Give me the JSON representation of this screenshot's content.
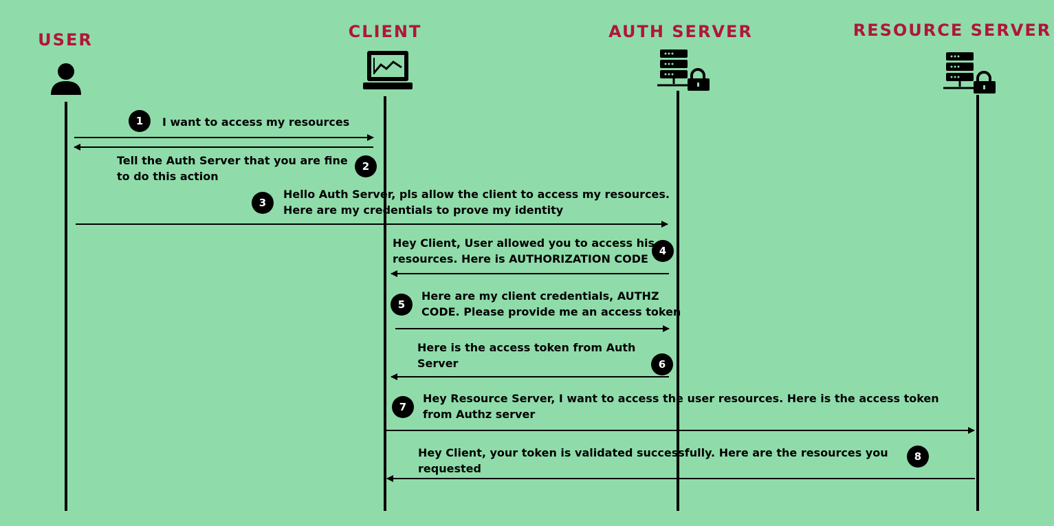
{
  "actors": [
    {
      "label": "USER",
      "icon": "user-icon"
    },
    {
      "label": "CLIENT",
      "icon": "laptop-icon"
    },
    {
      "label": "AUTH SERVER",
      "icon": "server-lock-icon"
    },
    {
      "label": "RESOURCE SERVER",
      "icon": "server-lock-icon"
    }
  ],
  "messages": [
    {
      "step": "1",
      "lines": [
        "I want to access my resources"
      ],
      "from": "USER",
      "to": "CLIENT"
    },
    {
      "step": "2",
      "lines": [
        "Tell the Auth Server that you are fine",
        "to do this action"
      ],
      "from": "CLIENT",
      "to": "USER"
    },
    {
      "step": "3",
      "lines": [
        "Hello Auth Server, pls allow the client to access my resources.",
        "Here are my credentials to prove my identity"
      ],
      "from": "USER",
      "to": "AUTH SERVER"
    },
    {
      "step": "4",
      "lines": [
        "Hey Client, User allowed you to access his",
        "resources. Here is AUTHORIZATION CODE"
      ],
      "from": "AUTH SERVER",
      "to": "CLIENT"
    },
    {
      "step": "5",
      "lines": [
        "Here are my client credentials, AUTHZ",
        "CODE. Please provide me an access token"
      ],
      "from": "CLIENT",
      "to": "AUTH SERVER"
    },
    {
      "step": "6",
      "lines": [
        "Here is the access token from Auth",
        "Server"
      ],
      "from": "AUTH SERVER",
      "to": "CLIENT"
    },
    {
      "step": "7",
      "lines": [
        "Hey Resource Server,  I want to access the user resources. Here is the access token",
        "from Authz server"
      ],
      "from": "CLIENT",
      "to": "RESOURCE SERVER"
    },
    {
      "step": "8",
      "lines": [
        "Hey Client, your token is validated successfully.   Here are the resources you",
        "requested"
      ],
      "from": "RESOURCE SERVER",
      "to": "CLIENT"
    }
  ],
  "colors": {
    "background": "#8fdcaa",
    "actor_label": "#b0163a",
    "line": "#000000"
  }
}
